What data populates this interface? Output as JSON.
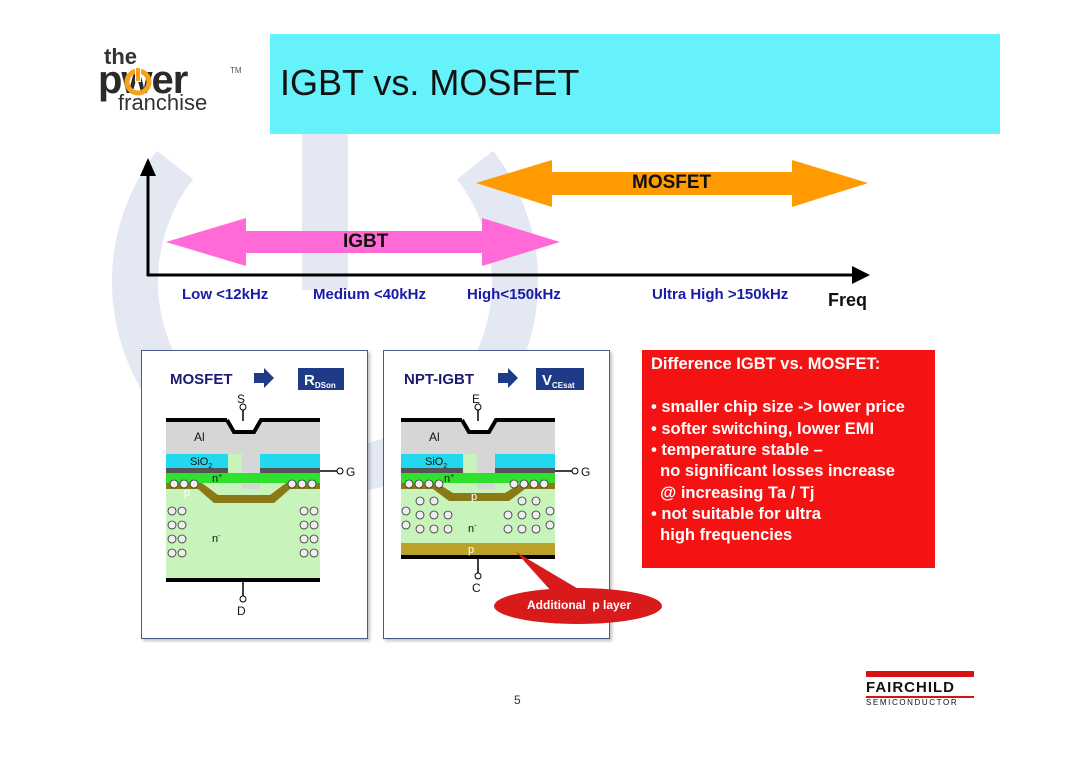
{
  "logo": {
    "the": "the",
    "power": "pwer",
    "tm": "TM",
    "franchise": "franchise"
  },
  "title": "IGBT vs. MOSFET",
  "frequency_axis": {
    "labels": [
      "Low <12kHz",
      "Medium <40kHz",
      "High<150kHz",
      "Ultra High >150kHz"
    ],
    "axis_label": "Freq"
  },
  "ranges": {
    "mosfet": "MOSFET",
    "igbt": "IGBT"
  },
  "mosfet_panel": {
    "device": "MOSFET",
    "param_main": "R",
    "param_sub": "DSon",
    "terminal_top": "S",
    "terminal_gate": "G",
    "terminal_bottom": "D",
    "layer_al": "Al",
    "layer_sio2": "SiO",
    "layer_sio2_sub": "2",
    "region_p": "p",
    "region_nplus": "n",
    "region_nminus": "n",
    "minus_sup": "-",
    "plus_sup": "+"
  },
  "igbt_panel": {
    "device": "NPT-IGBT",
    "param_main": "V",
    "param_sub": "CEsat",
    "terminal_top": "E",
    "terminal_gate": "G",
    "terminal_bottom": "C",
    "layer_al": "Al",
    "layer_sio2": "SiO",
    "layer_sio2_sub": "2",
    "region_p": "p",
    "region_nplus": "n",
    "region_nminus": "n",
    "region_p_bottom": "p",
    "callout": "Additional  p layer"
  },
  "differences": {
    "heading": "Difference IGBT vs. MOSFET:",
    "lines": [
      "• smaller chip size -> lower price",
      "• softer switching, lower EMI",
      "• temperature stable –",
      "  no significant losses increase",
      "  @ increasing Ta / Tj",
      "• not suitable for ultra",
      "  high frequencies"
    ]
  },
  "page_number": "5",
  "footer_logo": {
    "name": "FAIRCHILD",
    "sub": "SEMICONDUCTOR"
  },
  "colors": {
    "title_band": "#66f2fa",
    "mosfet_arrow": "#ff9a00",
    "igbt_arrow": "#ff6ad6",
    "difference_box": "#f51212",
    "freq_labels": "#1a1aa8",
    "fairchild_red": "#d41414"
  }
}
